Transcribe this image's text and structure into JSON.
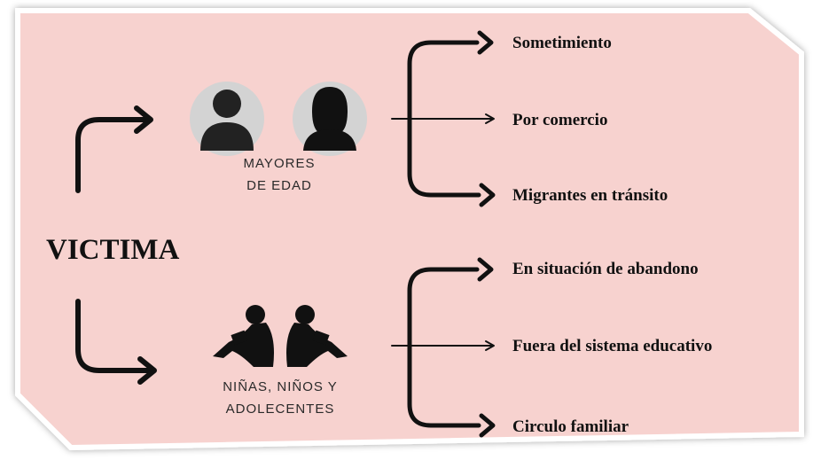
{
  "main_label": "VICTIMA",
  "colors": {
    "background": "#f7d2cf",
    "ink": "#111111",
    "avatar_circle": "#d3d3d3"
  },
  "groups": [
    {
      "label_lines": [
        "MAYORES",
        "DE EDAD"
      ],
      "icons": [
        "man-silhouette-icon",
        "woman-silhouette-icon"
      ],
      "categories": [
        "Sometimiento",
        "Por comercio",
        "Migrantes en tránsito"
      ]
    },
    {
      "label_lines": [
        "NIÑAS, NIÑOS Y",
        "ADOLECENTES"
      ],
      "icons": [
        "children-reading-icon"
      ],
      "categories": [
        "En situación de abandono",
        "Fuera del sistema educativo",
        "Circulo familiar"
      ]
    }
  ]
}
